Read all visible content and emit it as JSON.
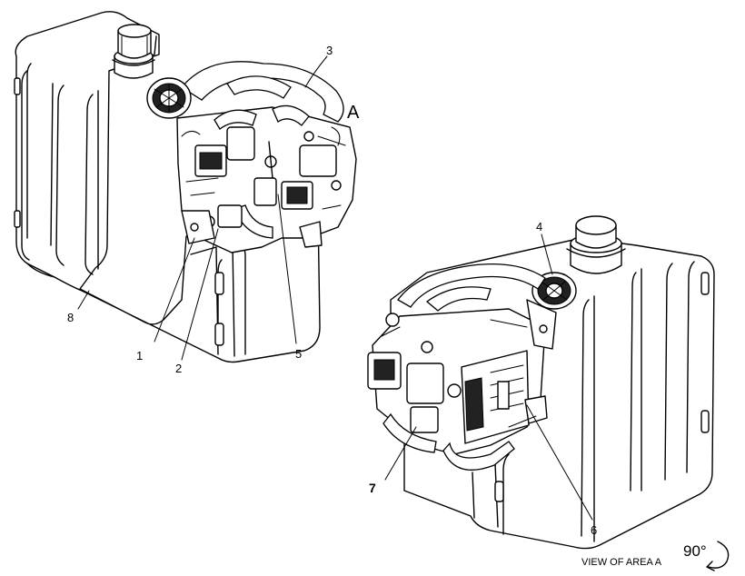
{
  "callouts": {
    "c1": "1",
    "c2": "2",
    "c3": "3",
    "c4": "4",
    "c5": "5",
    "c6": "6",
    "c7": "7",
    "c8": "8"
  },
  "view_marker": "A",
  "view_caption": "VIEW OF AREA A",
  "rotation": "90°"
}
